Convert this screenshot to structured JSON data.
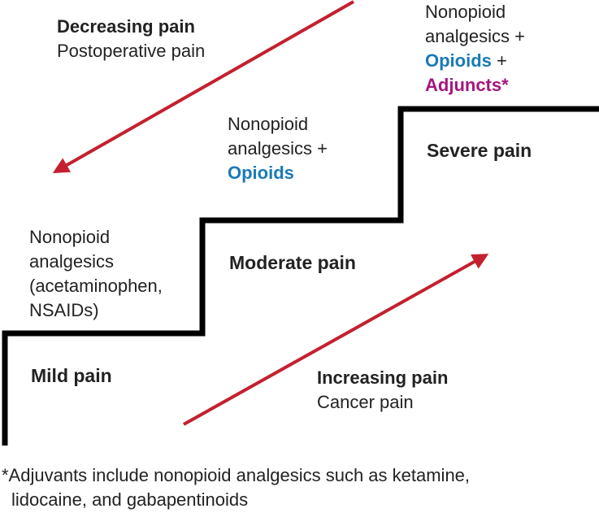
{
  "colors": {
    "text": "#222222",
    "stairs": "#000000",
    "arrow": "#c4202f",
    "opioids": "#1a7ab8",
    "adjuncts": "#a4157f"
  },
  "arrows": {
    "decreasing": {
      "title": "Decreasing pain",
      "subtitle": "Postoperative pain"
    },
    "increasing": {
      "title": "Increasing pain",
      "subtitle": "Cancer pain"
    }
  },
  "steps": {
    "mild": {
      "title": "Mild pain",
      "treatment": [
        "Nonopioid",
        "analgesics",
        "(acetaminophen,",
        "NSAIDs)"
      ]
    },
    "moderate": {
      "title": "Moderate pain",
      "treatment_line1": "Nonopioid",
      "treatment_line2": "analgesics +",
      "opioids": "Opioids"
    },
    "severe": {
      "title": "Severe pain",
      "treatment_line1": "Nonopioid",
      "treatment_line2": "analgesics +",
      "opioids": "Opioids",
      "plus": " +",
      "adjuncts": "Adjuncts*"
    }
  },
  "footnote": {
    "line1": "*Adjuvants include nonopioid analgesics such as ketamine,",
    "line2": "lidocaine, and gabapentinoids"
  }
}
